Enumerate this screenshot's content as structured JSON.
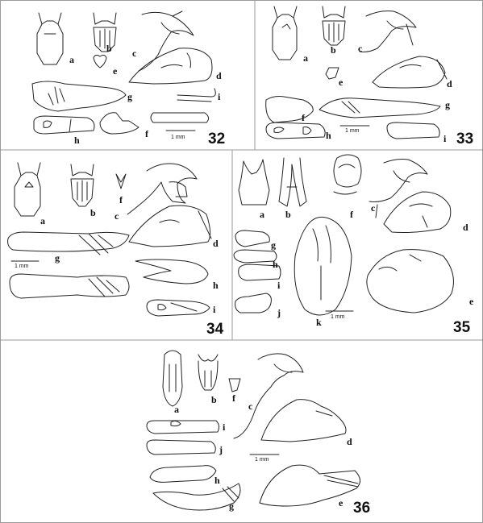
{
  "figures": [
    {
      "number": "32",
      "parts": [
        "a",
        "b",
        "c",
        "d",
        "e",
        "f",
        "g",
        "h",
        "i"
      ],
      "scale_bar": "1 mm"
    },
    {
      "number": "33",
      "parts": [
        "a",
        "b",
        "c",
        "d",
        "e",
        "f",
        "g",
        "h",
        "i"
      ],
      "scale_bar": "1 mm"
    },
    {
      "number": "34",
      "parts": [
        "a",
        "b",
        "c",
        "d",
        "f",
        "g",
        "h",
        "i"
      ],
      "scale_bar": "1 mm"
    },
    {
      "number": "35",
      "parts": [
        "a",
        "b",
        "c",
        "d",
        "e",
        "f",
        "g",
        "h",
        "i",
        "j",
        "k"
      ],
      "scale_bar": "1 mm"
    },
    {
      "number": "36",
      "parts": [
        "a",
        "b",
        "c",
        "d",
        "e",
        "f",
        "g",
        "h",
        "i",
        "j"
      ],
      "scale_bar": "1 mm"
    }
  ]
}
